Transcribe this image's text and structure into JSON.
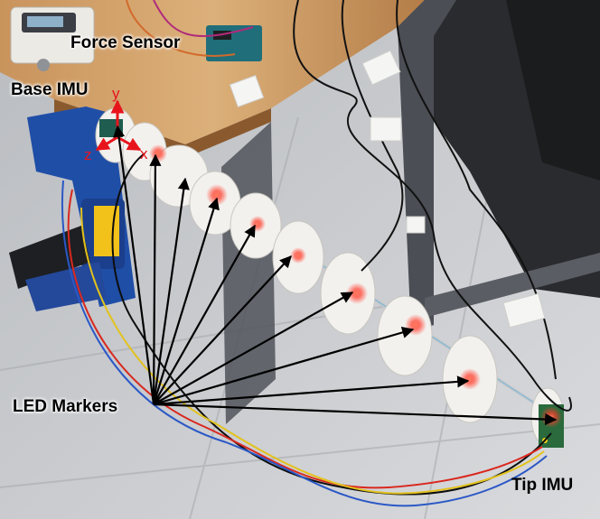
{
  "labels": {
    "force_sensor": "Force Sensor",
    "base_imu": "Base IMU",
    "led_markers": "LED Markers",
    "tip_imu": "Tip IMU"
  },
  "axes": {
    "y": "y",
    "x": "x",
    "z": "z"
  },
  "colors": {
    "annotation_arrow": "#000000",
    "axis_arrow": "#e8141c",
    "led_glow": "#ff3b2a"
  }
}
